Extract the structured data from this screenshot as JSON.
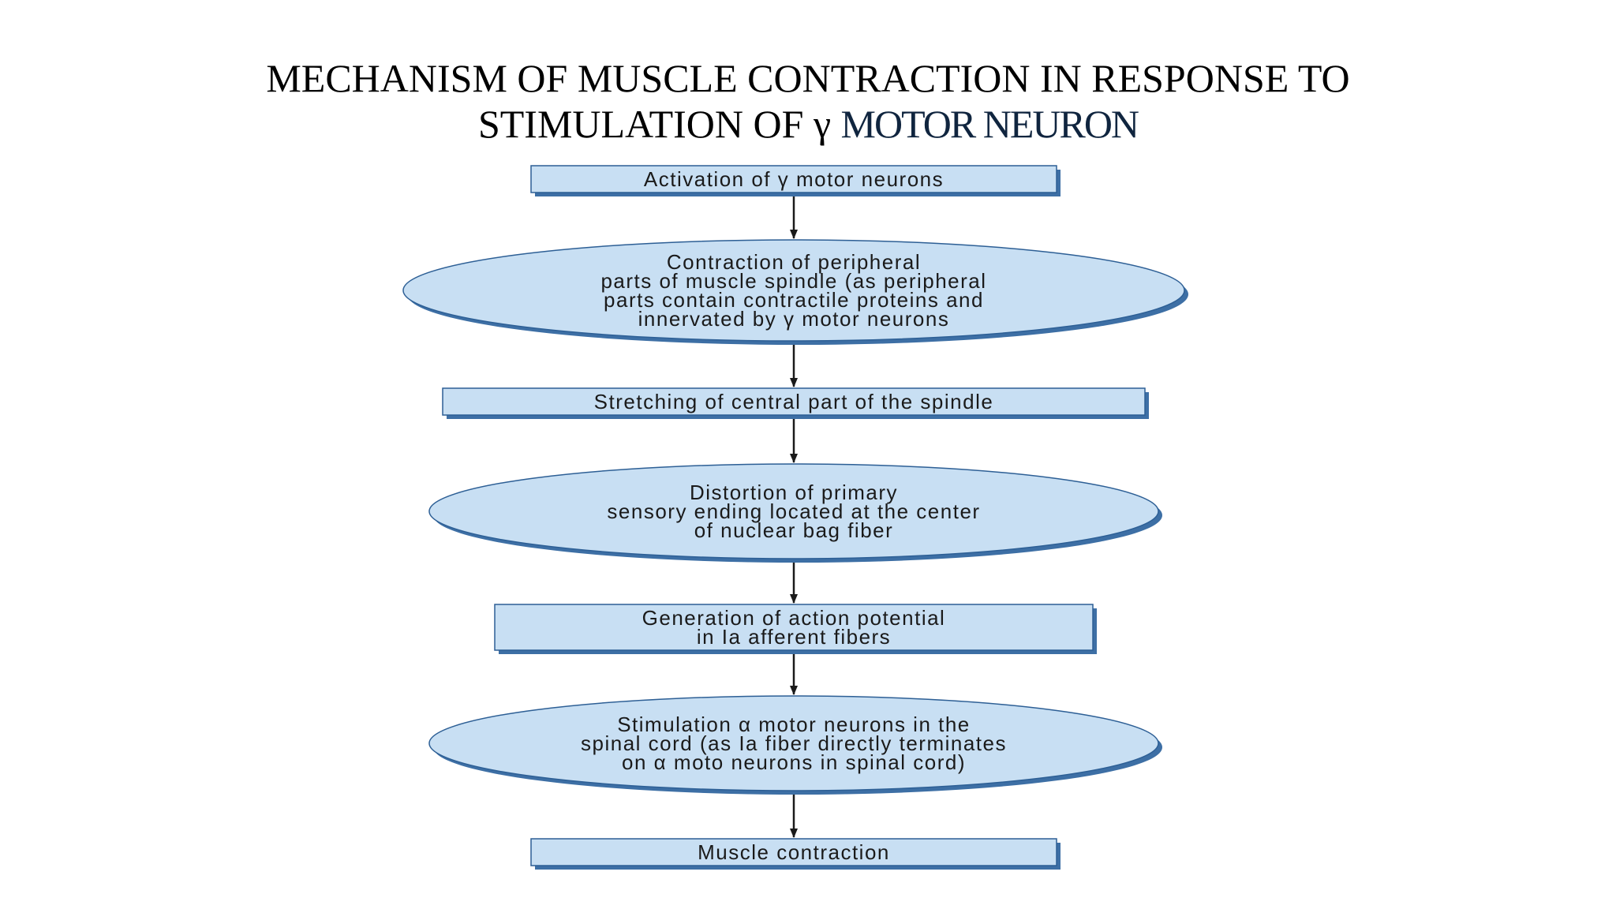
{
  "title": {
    "line1": "MECHANISM OF MUSCLE CONTRACTION IN RESPONSE TO",
    "line2_prefix": "STIMULATION OF γ ",
    "line2_accent": "MOTOR NEURON"
  },
  "colors": {
    "node_fill": "#c8dff3",
    "node_stroke": "#2d5f95",
    "node_shadow": "#3d6fa5",
    "arrow": "#1a1a1a",
    "title_accent": "#10253f"
  },
  "flowchart": {
    "nodes": [
      {
        "id": "activation",
        "shape": "rect",
        "lines": [
          "Activation of γ motor neurons"
        ]
      },
      {
        "id": "contraction-peripheral",
        "shape": "ellipse",
        "lines": [
          "Contraction of peripheral",
          "parts of muscle spindle (as peripheral",
          "parts contain contractile proteins and",
          "innervated by γ motor neurons"
        ]
      },
      {
        "id": "stretching",
        "shape": "rect",
        "lines": [
          "Stretching of central part of the spindle"
        ]
      },
      {
        "id": "distortion",
        "shape": "ellipse",
        "lines": [
          "Distortion of primary",
          "sensory ending located at the center",
          "of nuclear bag fiber"
        ]
      },
      {
        "id": "generation",
        "shape": "rect",
        "lines": [
          "Generation of action potential",
          "in Ia afferent fibers"
        ]
      },
      {
        "id": "stimulation-alpha",
        "shape": "ellipse",
        "lines": [
          "Stimulation α motor neurons in the",
          "spinal cord (as Ia fiber directly terminates",
          "on α moto neurons in spinal cord)"
        ]
      },
      {
        "id": "muscle-contraction",
        "shape": "rect",
        "lines": [
          "Muscle contraction"
        ]
      }
    ]
  }
}
